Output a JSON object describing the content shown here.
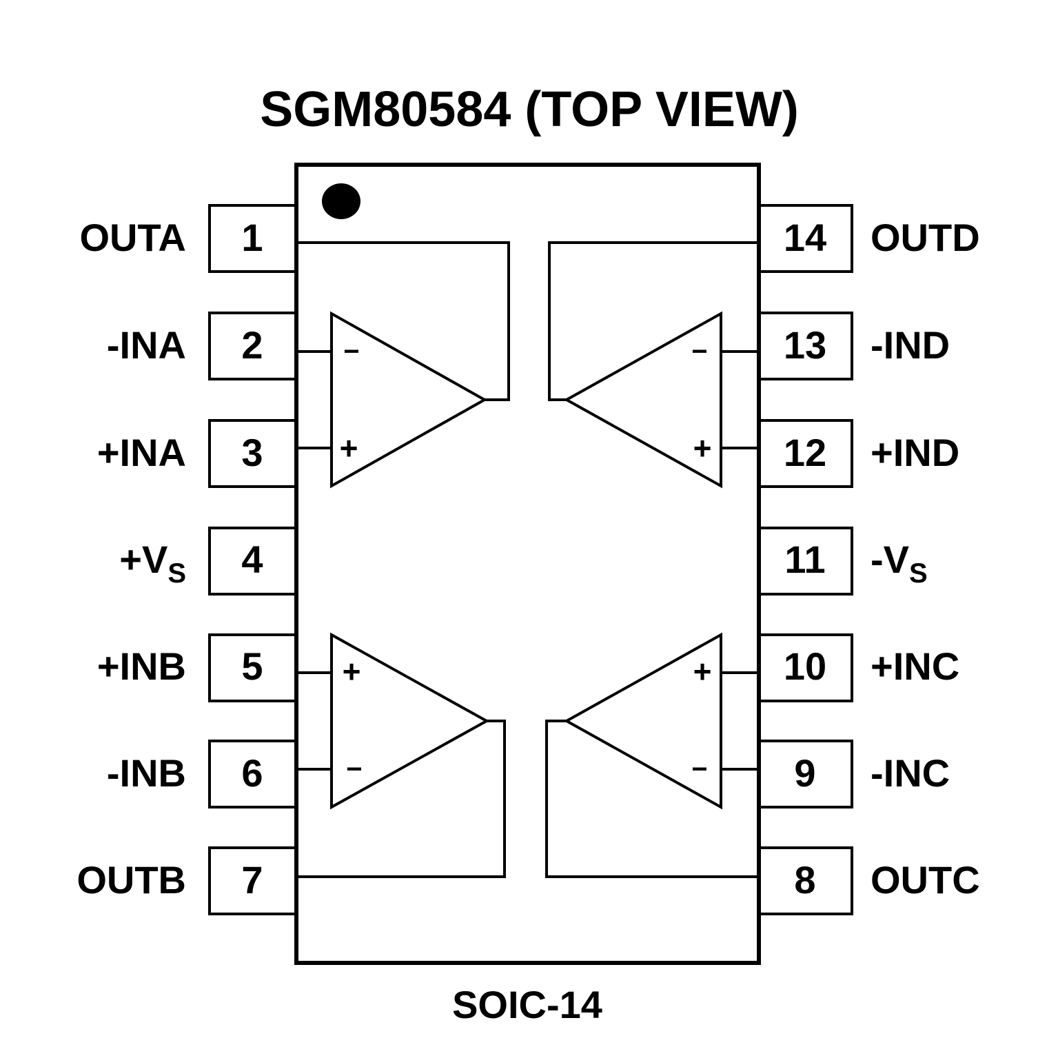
{
  "title": "SGM80584 (TOP VIEW)",
  "package": "SOIC-14",
  "sign_minus": "−",
  "sign_plus": "+",
  "pins_left": [
    {
      "number": "1",
      "name": "OUTA"
    },
    {
      "number": "2",
      "name": "-INA"
    },
    {
      "number": "3",
      "name": "+INA"
    },
    {
      "number": "4",
      "name": "+V",
      "sub": "S"
    },
    {
      "number": "5",
      "name": "+INB"
    },
    {
      "number": "6",
      "name": "-INB"
    },
    {
      "number": "7",
      "name": "OUTB"
    }
  ],
  "pins_right": [
    {
      "number": "14",
      "name": "OUTD"
    },
    {
      "number": "13",
      "name": "-IND"
    },
    {
      "number": "12",
      "name": "+IND"
    },
    {
      "number": "11",
      "name": "-V",
      "sub": "S"
    },
    {
      "number": "10",
      "name": "+INC"
    },
    {
      "number": "9",
      "name": "-INC"
    },
    {
      "number": "8",
      "name": "OUTC"
    }
  ]
}
